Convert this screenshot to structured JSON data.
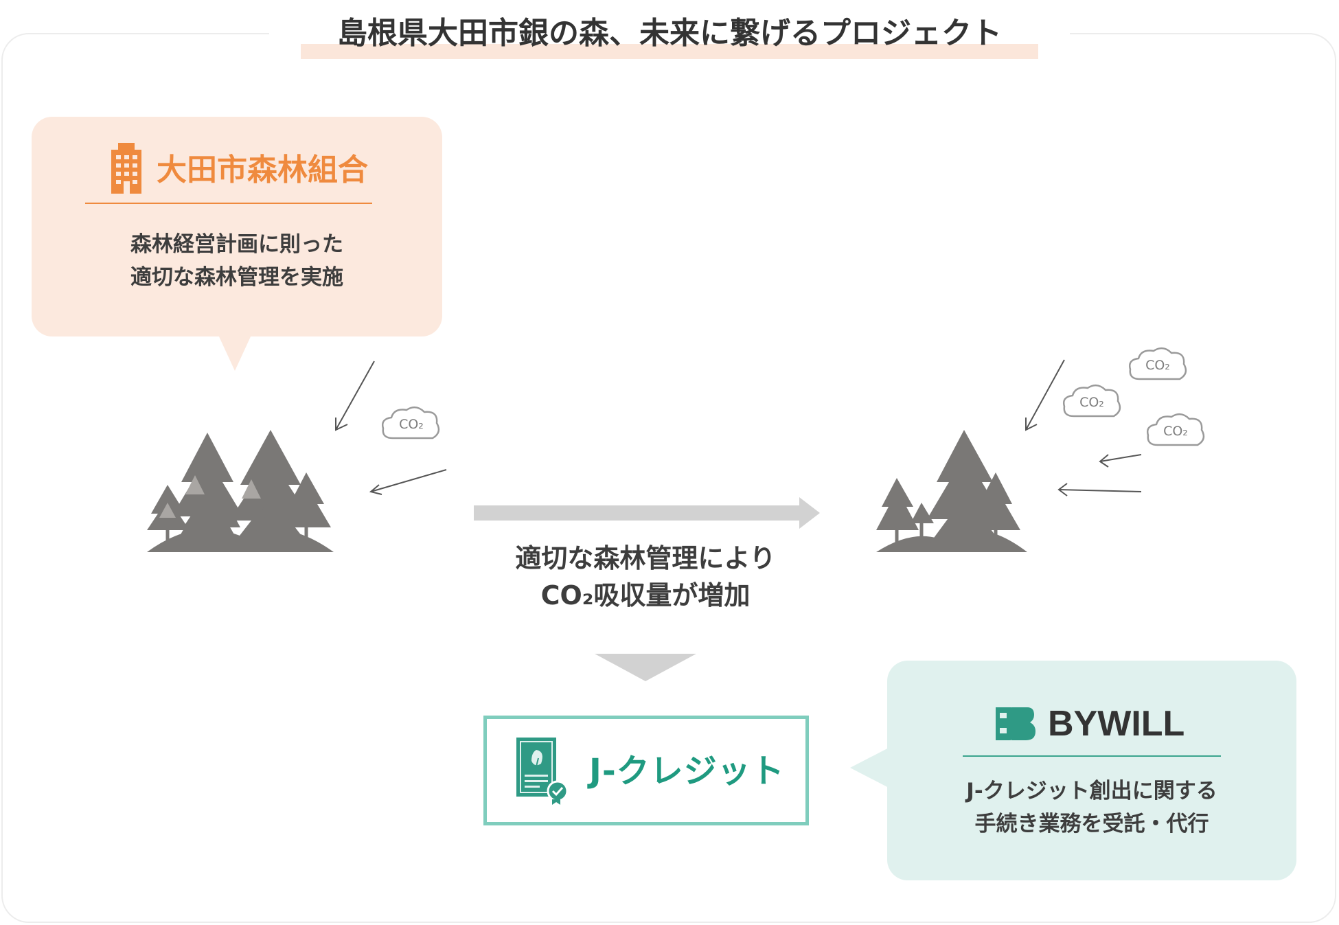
{
  "title": "島根県大田市銀の森、未来に繋げるプロジェクト",
  "org": {
    "name": "大田市森林組合",
    "description_lines": [
      "森林経営計画に則った",
      "適切な森林管理を実施"
    ]
  },
  "process": {
    "caption_lines": [
      "適切な森林管理により",
      "CO₂吸収量が増加"
    ]
  },
  "co2_label": "CO₂",
  "credit": {
    "label": "J-クレジット"
  },
  "company": {
    "name": "BYWILL",
    "description_lines": [
      "J-クレジット創出に関する",
      "手続き業務を受託・代行"
    ]
  },
  "colors": {
    "orange": "#ef8a3e",
    "peach_bg": "#fce9de",
    "teal": "#1f9a80",
    "mint_bg": "#e0f1ee",
    "tree_gray": "#7a7876",
    "arrow_gray": "#d2d2d2"
  },
  "icons": [
    "building-icon",
    "forest-icon",
    "co2-cloud-icon",
    "certificate-icon",
    "bywill-logo-icon"
  ]
}
